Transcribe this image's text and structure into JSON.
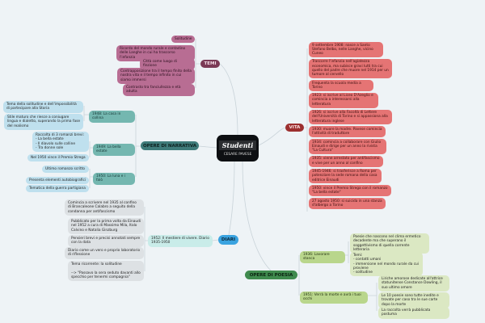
{
  "center": {
    "logo": "Studenti",
    "title": "CESARE PAVESE"
  },
  "temi": {
    "label": "TEMI",
    "items": [
      "Solitudine",
      "Ricordo del mondo rurale e contadino delle Langhe in cui ha trascorso l'infanzia",
      "Città come luogo di finzione",
      "Contrapposizione tra il tempo finito della nostra vita e il tempo infinito in cui siamo immersi",
      "Contrasto tra fanciullezza e età adulta"
    ],
    "color": "#b86d93"
  },
  "vita": {
    "label": "VITA",
    "items": [
      "9 settembre 1908: nasce a Santo Stefano Belbo, nelle Langhe, vicino Cuneo",
      "Trascorre l'infanzia nell'agiatezza economica, ma subisce gravi lutti tra cui quello del padre che muore nel 1914 per un tumore al cervello",
      "Frequenta la scuola media a Torino",
      "1923: si iscrive al Liceo D'Azeglio e comincia a interessarsi alla letteratura",
      "1926: si iscrive alla Facoltà di Lettere dell'Università di Torino e si appassiona alla letteratura inglese",
      "1930: muore la madre. Pavese comincia l'attività di traduttore",
      "1934: comincia a collaborare con Giulio Einaudi e dirige per un anno la rivista \"La Cultura\"",
      "1935: viene arrestato per antifascismo e vive per un anno al confino",
      "1945-1946: si trasferisce a Roma per potenziare la sede romana della casa editrice Einaudi",
      "1950: vince il Premio Strega con il romanzo \"La bella estate\"",
      "27 agosto 1950: si suicida in una stanza d'albergo a Torino"
    ],
    "color": "#e57474"
  },
  "narrativa": {
    "label": "OPERE DI NARRATIVA",
    "works": [
      {
        "title": "1948: La casa in collina",
        "notes": [
          "Tema della solitudine e dell'impossibilità di partecipare alla Storia",
          "Stile maturo che riesce a coniugare lingua e dialetto, superando la prima fase del realismo"
        ]
      },
      {
        "title": "1949: La bella estate",
        "notes": [
          "Raccolta di 3 romanzi brevi:\n- La bella estate\n- Il diavolo sulle colline\n- Tra donne sole",
          "Nel 1950 vince il Premio Strega"
        ]
      },
      {
        "title": "1950: La luna e i falò",
        "notes": [
          "Ultimo romanzo scritto",
          "Presenta elementi autobiografici",
          "Tematica della guerra partigiana"
        ]
      }
    ]
  },
  "diari": {
    "label": "DIARI",
    "work": "1952: Il mestiere di vivere. Diario 1935-1950",
    "notes": [
      "Comincia a scrivere nel 1935 al confino di Brancaleone Calabro a seguito della condanna per antifascismo",
      "Pubblicato per la prima volta da Einaudi nel 1952 a cura di Massimo Mila, Italo Calvino e Natalia Ginzburg",
      "Pensieri brevi e precisi annotati sempre con la data",
      "Diario come un vero e proprio laboratorio di riflessione",
      "Tema ricorrente: la solitudine\n\n--> \"Passavo la sera seduto davanti allo specchio per tenermi compagnia\""
    ]
  },
  "poesia": {
    "label": "OPERE DI POESIA",
    "works": [
      {
        "title": "1936: Lavorare stanca",
        "notes": [
          "Poesie che nascono nel clima ermetico decadente ma che superano il soggettivismo di quella corrente letteraria",
          "Temi:\n- contatti umani\n- immersione nel mondo rurale da cui proviene\n- solitudine"
        ]
      },
      {
        "title": "1951: Verrà la morte e avrà i tuoi occhi",
        "notes": [
          "Liriche amorose dedicate all'attrice statunitense Constance Dowling, il suo ultimo amore",
          "Le 10 poesie sono tutte inedite e trovate per caso tra le sue carte dopo la morte",
          "La raccolta verrà pubblicata postuma"
        ]
      }
    ]
  }
}
